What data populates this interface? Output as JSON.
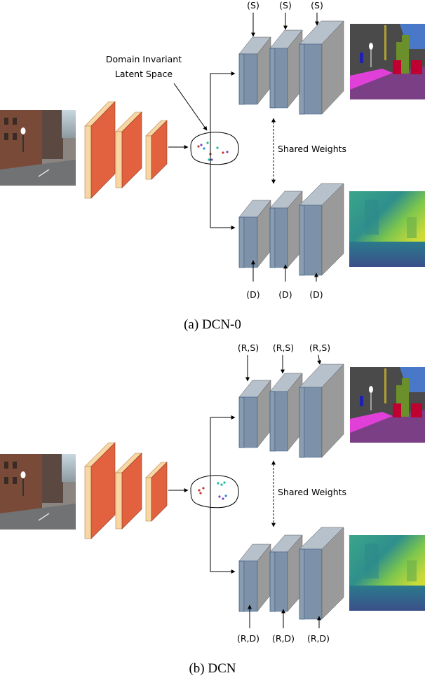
{
  "panels": [
    {
      "caption": "(a) DCN-0",
      "annotation_domain_label": "Domain Invariant",
      "annotation_domain_label_2": "Latent Space",
      "shared_weights_label": "Shared Weights",
      "top_branch_tags": [
        "(S)",
        "(S)",
        "(S)"
      ],
      "bottom_branch_tags": [
        "(D)",
        "(D)",
        "(D)"
      ],
      "top_output": "segmentation-map",
      "bottom_output": "depth-map"
    },
    {
      "caption": "(b) DCN",
      "shared_weights_label": "Shared Weights",
      "top_branch_tags": [
        "(R,S)",
        "(R,S)",
        "(R,S)"
      ],
      "bottom_branch_tags": [
        "(R,D)",
        "(R,D)",
        "(R,D)"
      ],
      "top_output": "segmentation-map",
      "bottom_output": "depth-map"
    }
  ],
  "colors": {
    "encoder_face": "#e2623f",
    "encoder_edge": "#f8d7a4",
    "decoder_face": "#8a9cb0",
    "decoder_edge": "#3f5f86",
    "decoder_gray": "#9a9a9a"
  }
}
